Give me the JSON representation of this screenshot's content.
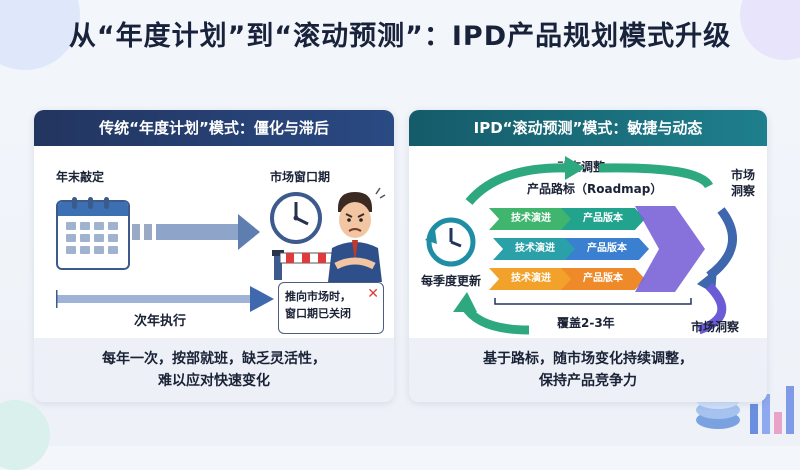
{
  "title": "从“年度计划”到“滚动预测”：IPD产品规划模式升级",
  "left": {
    "header": "传统“年度计划”模式：僵化与滞后",
    "label_year_end": "年末敲定",
    "label_window": "市场窗口期",
    "label_next_year": "次年执行",
    "callout": [
      "推向市场时，",
      "窗口期已关闭"
    ],
    "footer": [
      "每年一次，按部就班，缺乏灵活性，",
      "难以应对快速变化"
    ]
  },
  "right": {
    "header": "IPD“滚动预测”模式：敏捷与动态",
    "label_dynamic": "动态调整",
    "label_roadmap": "产品路标（Roadmap）",
    "label_insight_top": [
      "市场",
      "洞察"
    ],
    "label_quarterly": "每季度更新",
    "label_insight_bottom": "市场洞察",
    "label_span": "覆盖2-3年",
    "rows": [
      {
        "tech": "技术演进",
        "product": "产品版本",
        "tech_color": "#3fb56e",
        "product_color": "#22a38e"
      },
      {
        "tech": "技术演进",
        "product": "产品版本",
        "tech_color": "#2aa0a8",
        "product_color": "#3a7fd0"
      },
      {
        "tech": "技术演进",
        "product": "产品版本",
        "tech_color": "#f2a12a",
        "product_color": "#ef8a2a"
      }
    ],
    "footer": [
      "基于路标，随市场变化持续调整，",
      "保持产品竞争力"
    ]
  },
  "colors": {
    "arrow_blue": "#3f67ad",
    "arrow_purple": "#6b5bd6",
    "arrow_green": "#2ea87f",
    "arrow_teal": "#1f8ea4",
    "red": "#e03a3a"
  }
}
